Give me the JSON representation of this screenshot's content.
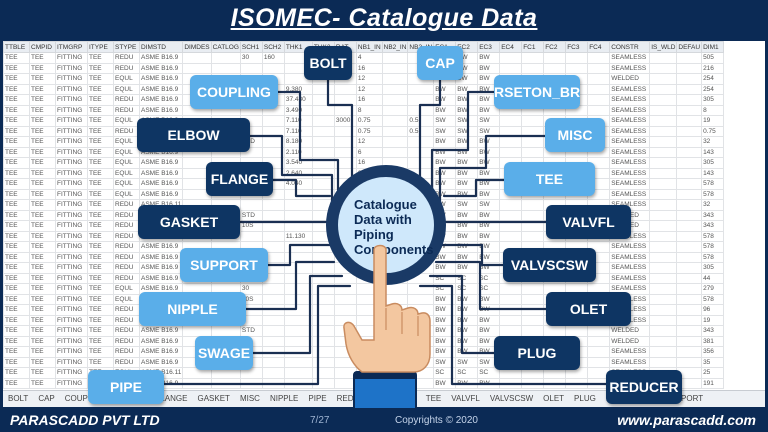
{
  "header": {
    "title": "ISOMEC- Catalogue Data"
  },
  "sheet": {
    "columns": [
      "TTBLE",
      "CMPID",
      "ITMGRP",
      "ITYPE",
      "STYPE",
      "DIMSTD",
      "DIMDES",
      "CATLOG",
      "SCH1",
      "SCH2",
      "THK1",
      "THK2",
      "RAT",
      "NB1_IN",
      "NB2_IN",
      "NB3_IN",
      "EC1",
      "EC2",
      "EC3",
      "EC4",
      "FC1",
      "FC2",
      "FC3",
      "FC4",
      "CONSTR",
      "IS_WLD",
      "DEFAU",
      "DIM1"
    ],
    "rows": [
      [
        "TEE",
        "TEE",
        "FITTING",
        "TEE",
        "REDU",
        "ASME B16.9",
        "",
        "",
        "30",
        "160",
        "",
        "",
        "",
        "4",
        "",
        "",
        "BW",
        "BW",
        "BW",
        "",
        "",
        "",
        "",
        "",
        "SEAMLESS",
        "",
        "",
        "505"
      ],
      [
        "TEE",
        "TEE",
        "FITTING",
        "TEE",
        "REDU",
        "ASME B16.9",
        "",
        "",
        "",
        "",
        "",
        "",
        "",
        "16",
        "",
        "",
        "BW",
        "BW",
        "BW",
        "",
        "",
        "",
        "",
        "",
        "SEAMLESS",
        "",
        "",
        "216"
      ],
      [
        "TEE",
        "TEE",
        "FITTING",
        "TEE",
        "EQUL",
        "ASME B16.9",
        "",
        "",
        "",
        "",
        "",
        "",
        "",
        "12",
        "",
        "",
        "BW",
        "BW",
        "BW",
        "",
        "",
        "",
        "",
        "",
        "WELDED",
        "",
        "",
        "254"
      ],
      [
        "TEE",
        "TEE",
        "FITTING",
        "TEE",
        "EQUL",
        "ASME B16.9",
        "",
        "",
        "",
        "",
        "9.380",
        "",
        "",
        "12",
        "",
        "",
        "BW",
        "BW",
        "BW",
        "",
        "",
        "",
        "",
        "",
        "SEAMLESS",
        "",
        "",
        "254"
      ],
      [
        "TEE",
        "TEE",
        "FITTING",
        "TEE",
        "REDU",
        "ASME B16.9",
        "",
        "",
        "",
        "",
        "37.480",
        "",
        "",
        "16",
        "",
        "",
        "BW",
        "BW",
        "BW",
        "",
        "",
        "",
        "",
        "",
        "SEAMLESS",
        "",
        "",
        "305"
      ],
      [
        "TEE",
        "TEE",
        "FITTING",
        "TEE",
        "REDU",
        "ASME B16.9",
        "",
        "",
        "",
        "",
        "3.490",
        "",
        "",
        "8",
        "",
        "",
        "BW",
        "BW",
        "BW",
        "",
        "",
        "",
        "",
        "",
        "SEAMLESS",
        "",
        "",
        "8"
      ],
      [
        "TEE",
        "TEE",
        "FITTING",
        "TEE",
        "EQUL",
        "ASME B16.9",
        "",
        "",
        "",
        "",
        "7.110",
        "",
        "3000",
        "0.75",
        "",
        "0.5",
        "SW",
        "SW",
        "SW",
        "",
        "",
        "",
        "",
        "",
        "SEAMLESS",
        "",
        "",
        "19"
      ],
      [
        "TEE",
        "TEE",
        "FITTING",
        "TEE",
        "REDU",
        "ASME B16.9",
        "",
        "",
        "30",
        "",
        "7.110",
        "",
        "",
        "0.75",
        "",
        "0.5",
        "SW",
        "SW",
        "SW",
        "",
        "",
        "",
        "",
        "",
        "SEAMLESS",
        "",
        "",
        "0.75"
      ],
      [
        "TEE",
        "TEE",
        "FITTING",
        "TEE",
        "EQUL",
        "ASME B16.9",
        "",
        "",
        "STD",
        "",
        "8.180",
        "",
        "",
        "12",
        "",
        "",
        "BW",
        "BW",
        "BW",
        "",
        "",
        "",
        "",
        "",
        "SEAMLESS",
        "",
        "",
        "32"
      ],
      [
        "TEE",
        "TEE",
        "FITTING",
        "TEE",
        "EQUL",
        "ASME B16.9",
        "",
        "",
        "",
        "",
        "2.110",
        "",
        "",
        "6",
        "",
        "",
        "BW",
        "BW",
        "BW",
        "",
        "",
        "",
        "",
        "",
        "SEAMLESS",
        "",
        "",
        "143"
      ],
      [
        "TEE",
        "TEE",
        "FITTING",
        "TEE",
        "EQUL",
        "ASME B16.9",
        "",
        "",
        "",
        "",
        "3.540",
        "",
        "",
        "16",
        "",
        "",
        "BW",
        "BW",
        "BW",
        "",
        "",
        "",
        "",
        "",
        "SEAMLESS",
        "",
        "",
        "305"
      ],
      [
        "TEE",
        "TEE",
        "FITTING",
        "TEE",
        "EQUL",
        "ASME B16.9",
        "",
        "",
        "STD",
        "",
        "2.640",
        "",
        "",
        "3",
        "",
        "",
        "BW",
        "BW",
        "BW",
        "",
        "",
        "",
        "",
        "",
        "SEAMLESS",
        "",
        "",
        "143"
      ],
      [
        "TEE",
        "TEE",
        "FITTING",
        "TEE",
        "EQUL",
        "ASME B16.9",
        "",
        "",
        "",
        "",
        "4.040",
        "",
        "",
        "",
        "",
        "",
        "BW",
        "BW",
        "BW",
        "",
        "",
        "",
        "",
        "",
        "SEAMLESS",
        "",
        "",
        "578"
      ],
      [
        "TEE",
        "TEE",
        "FITTING",
        "TEE",
        "EQUL",
        "ASME B16.9",
        "",
        "",
        "",
        "",
        "",
        "",
        "",
        "",
        "",
        "",
        "BW",
        "BW",
        "BW",
        "",
        "",
        "",
        "",
        "",
        "SEAMLESS",
        "",
        "",
        "578"
      ],
      [
        "TEE",
        "TEE",
        "FITTING",
        "TEE",
        "REDU",
        "ASME B16.11",
        "",
        "",
        "",
        "",
        "",
        "",
        "",
        "",
        "",
        "",
        "SW",
        "SW",
        "SW",
        "",
        "",
        "",
        "",
        "",
        "SEAMLESS",
        "",
        "",
        "32"
      ],
      [
        "TEE",
        "TEE",
        "FITTING",
        "TEE",
        "REDU",
        "ASME B16.9",
        "",
        "",
        "STD",
        "",
        "",
        "",
        "",
        "",
        "",
        "",
        "BW",
        "BW",
        "BW",
        "",
        "",
        "",
        "",
        "",
        "WELDED",
        "",
        "",
        "343"
      ],
      [
        "TEE",
        "TEE",
        "FITTING",
        "TEE",
        "REDU",
        "ASME B16.9",
        "",
        "",
        "10S",
        "",
        "",
        "",
        "",
        "",
        "",
        "",
        "BW",
        "BW",
        "BW",
        "",
        "",
        "",
        "",
        "",
        "WELDED",
        "",
        "",
        "343"
      ],
      [
        "TEE",
        "TEE",
        "FITTING",
        "TEE",
        "REDU",
        "ASME B16.9",
        "",
        "",
        "",
        "",
        "11.130",
        "",
        "",
        "",
        "",
        "",
        "BW",
        "BW",
        "BW",
        "",
        "",
        "",
        "",
        "",
        "SEAMLESS",
        "",
        "",
        "578"
      ],
      [
        "TEE",
        "TEE",
        "FITTING",
        "TEE",
        "REDU",
        "ASME B16.9",
        "",
        "",
        "",
        "",
        "",
        "",
        "",
        "",
        "",
        "",
        "BW",
        "BW",
        "BW",
        "",
        "",
        "",
        "",
        "",
        "SEAMLESS",
        "",
        "",
        "578"
      ],
      [
        "TEE",
        "TEE",
        "FITTING",
        "TEE",
        "REDU",
        "ASME B16.9",
        "",
        "",
        "",
        "",
        "",
        "",
        "",
        "",
        "",
        "",
        "BW",
        "BW",
        "BW",
        "",
        "",
        "",
        "",
        "",
        "SEAMLESS",
        "",
        "",
        "578"
      ],
      [
        "TEE",
        "TEE",
        "FITTING",
        "TEE",
        "REDU",
        "ASME B16.9",
        "",
        "",
        "",
        "",
        "",
        "",
        "",
        "",
        "",
        "",
        "BW",
        "BW",
        "BW",
        "",
        "",
        "",
        "",
        "",
        "SEAMLESS",
        "",
        "",
        "305"
      ],
      [
        "TEE",
        "TEE",
        "FITTING",
        "TEE",
        "REDU",
        "ASME B16.9",
        "",
        "",
        "",
        "",
        "",
        "",
        "",
        "",
        "",
        "",
        "SC",
        "SC",
        "SC",
        "",
        "",
        "",
        "",
        "",
        "SEAMLESS",
        "",
        "",
        "44"
      ],
      [
        "TEE",
        "TEE",
        "FITTING",
        "TEE",
        "EQUL",
        "ASME B16.9",
        "",
        "",
        "30",
        "",
        "",
        "",
        "",
        "",
        "",
        "",
        "SC",
        "SC",
        "SC",
        "",
        "",
        "",
        "",
        "",
        "SEAMLESS",
        "",
        "",
        "279"
      ],
      [
        "TEE",
        "TEE",
        "FITTING",
        "TEE",
        "EQUL",
        "ASME B16.9",
        "",
        "",
        "10S",
        "",
        "",
        "",
        "",
        "",
        "",
        "",
        "BW",
        "BW",
        "BW",
        "",
        "",
        "",
        "",
        "",
        "SEAMLESS",
        "",
        "",
        "578"
      ],
      [
        "TEE",
        "TEE",
        "FITTING",
        "TEE",
        "REDU",
        "ASME B16.11",
        "",
        "",
        "",
        "",
        "",
        "",
        "",
        "",
        "",
        "",
        "BW",
        "BW",
        "BW",
        "",
        "",
        "",
        "",
        "",
        "SEAMLESS",
        "",
        "",
        "96"
      ],
      [
        "TEE",
        "TEE",
        "FITTING",
        "TEE",
        "REDU",
        "ASME B16.9",
        "",
        "",
        "",
        "",
        "",
        "",
        "",
        "",
        "",
        "",
        "BW",
        "BW",
        "BW",
        "",
        "",
        "",
        "",
        "",
        "SEAMLESS",
        "",
        "",
        "19"
      ],
      [
        "TEE",
        "TEE",
        "FITTING",
        "TEE",
        "REDU",
        "ASME B16.9",
        "",
        "",
        "STD",
        "",
        "",
        "",
        "",
        "",
        "",
        "",
        "BW",
        "BW",
        "BW",
        "",
        "",
        "",
        "",
        "",
        "WELDED",
        "",
        "",
        "343"
      ],
      [
        "TEE",
        "TEE",
        "FITTING",
        "TEE",
        "REDU",
        "ASME B16.9",
        "",
        "",
        "",
        "",
        "",
        "",
        "",
        "",
        "",
        "",
        "BW",
        "BW",
        "BW",
        "",
        "",
        "",
        "",
        "",
        "WELDED",
        "",
        "",
        "381"
      ],
      [
        "TEE",
        "TEE",
        "FITTING",
        "TEE",
        "REDU",
        "ASME B16.9",
        "",
        "",
        "",
        "",
        "",
        "",
        "",
        "",
        "",
        "",
        "BW",
        "BW",
        "BW",
        "",
        "",
        "",
        "",
        "",
        "SEAMLESS",
        "",
        "",
        "356"
      ],
      [
        "TEE",
        "TEE",
        "FITTING",
        "TEE",
        "REDU",
        "ASME B16.9",
        "",
        "",
        "",
        "",
        "",
        "",
        "",
        "",
        "",
        "",
        "SW",
        "SW",
        "SW",
        "",
        "",
        "",
        "",
        "",
        "SEAMLESS",
        "",
        "",
        "35"
      ],
      [
        "TEE",
        "TEE",
        "FITTING",
        "TEE",
        "EQUL",
        "ASME B16.11",
        "",
        "",
        "",
        "",
        "",
        "",
        "",
        "",
        "",
        "",
        "SC",
        "SC",
        "SC",
        "",
        "",
        "",
        "",
        "",
        "SEAMLESS",
        "",
        "",
        "25"
      ],
      [
        "TEE",
        "TEE",
        "FITTING",
        "TEE",
        "REDU",
        "ASME B16.9",
        "",
        "",
        "",
        "",
        "",
        "",
        "",
        "",
        "",
        "",
        "BW",
        "BW",
        "BW",
        "",
        "",
        "",
        "",
        "",
        "SEAMLESS",
        "",
        "",
        "191"
      ]
    ],
    "tabs": [
      "BOLT",
      "CAP",
      "COUPLING",
      "ELBOW",
      "FLANGE",
      "GASKET",
      "MISC",
      "NIPPLE",
      "PIPE",
      "REDUCER",
      "SWAGE",
      "TEE",
      "VALVFL",
      "VALVSCSW",
      "OLET",
      "PLUG",
      "RSETON_BR",
      "SUPPORT"
    ]
  },
  "hub": {
    "lines": [
      "Catalogue",
      "Data with",
      "Piping",
      "Components"
    ]
  },
  "nodes": [
    {
      "id": "bolt",
      "label": "BOLT",
      "style": "dark"
    },
    {
      "id": "cap",
      "label": "CAP",
      "style": "light"
    },
    {
      "id": "coupling",
      "label": "COUPLING",
      "style": "light"
    },
    {
      "id": "rseton_br",
      "label": "RSETON_BR",
      "style": "light"
    },
    {
      "id": "elbow",
      "label": "ELBOW",
      "style": "dark"
    },
    {
      "id": "misc",
      "label": "MISC",
      "style": "light"
    },
    {
      "id": "flange",
      "label": "FLANGE",
      "style": "dark"
    },
    {
      "id": "tee",
      "label": "TEE",
      "style": "light"
    },
    {
      "id": "gasket",
      "label": "GASKET",
      "style": "dark"
    },
    {
      "id": "valvfl",
      "label": "VALVFL",
      "style": "dark"
    },
    {
      "id": "support",
      "label": "SUPPORT",
      "style": "light"
    },
    {
      "id": "valvscsw",
      "label": "VALVSCSW",
      "style": "dark"
    },
    {
      "id": "nipple",
      "label": "NIPPLE",
      "style": "light"
    },
    {
      "id": "olet",
      "label": "OLET",
      "style": "dark"
    },
    {
      "id": "swage",
      "label": "SWAGE",
      "style": "light"
    },
    {
      "id": "plug",
      "label": "PLUG",
      "style": "dark"
    },
    {
      "id": "pipe",
      "label": "PIPE",
      "style": "light"
    },
    {
      "id": "reducer",
      "label": "REDUCER",
      "style": "dark"
    }
  ],
  "footer": {
    "company": "PARASCADD PVT LTD",
    "page": "7/27",
    "copyright": "Copyrights © 2020",
    "url": "www.parascadd.com"
  },
  "colors": {
    "navy": "#0b2a55",
    "node_dark": "#0e3563",
    "node_light": "#5aaee9",
    "hub_fill": "#cfe8fb"
  }
}
